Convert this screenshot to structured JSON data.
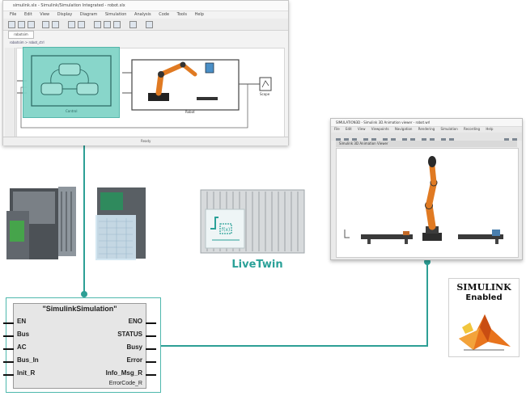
{
  "simulink_window": {
    "title": "simulink.slx - Simulink/Simulation Integrated - robot.slx",
    "menu": [
      "File",
      "Edit",
      "View",
      "Display",
      "Diagram",
      "Simulation",
      "Analysis",
      "Code",
      "Tools",
      "Help"
    ],
    "tab": "robotsim",
    "address": "robotsim > robot_ctrl",
    "status": "Ready",
    "blocks": {
      "control_label": "Control",
      "robot_label": "Robot",
      "scope_label": "Scope"
    }
  },
  "livetwin": {
    "label": "LiveTwin"
  },
  "viewer_window": {
    "title": "SIMULATION3D - Simulink 3D Animation viewer - robot.wrl",
    "menu": [
      "File",
      "Edit",
      "View",
      "Viewpoints",
      "Navigation",
      "Rendering",
      "Simulation",
      "Recording",
      "Help"
    ],
    "inner_bar": "Simulink 3D Animation Viewer"
  },
  "simulink_logo": {
    "line1": "SIMULINK",
    "line2": "Enabled"
  },
  "function_block": {
    "title": "\"SimulinkSimulation\"",
    "inputs": [
      "EN",
      "Bus",
      "AC",
      "Bus_In",
      "Init_R"
    ],
    "outputs": [
      "ENO",
      "STATUS",
      "Busy",
      "Error",
      "Info_Msg_R",
      "ErrorCode_R"
    ]
  },
  "colors": {
    "accent": "#2aa198",
    "connector": "#2d9f95",
    "teal_highlight": "#7fd3c7",
    "robot_orange": "#e07a22"
  }
}
